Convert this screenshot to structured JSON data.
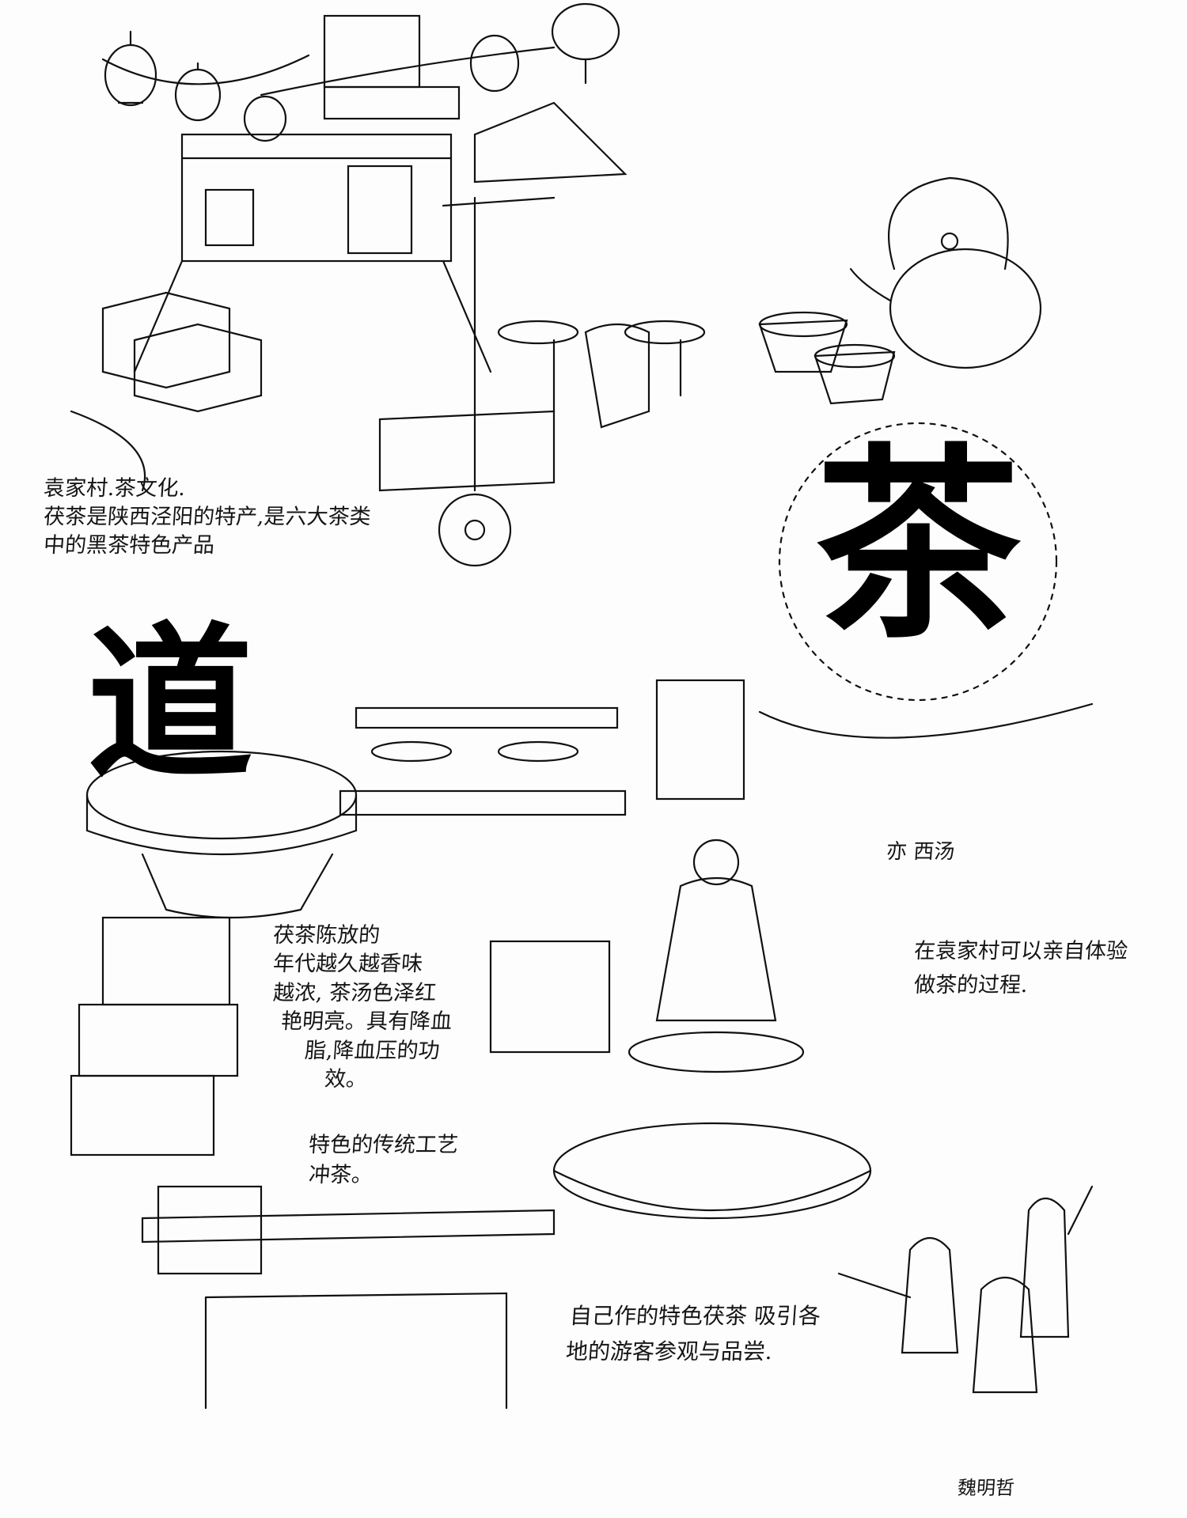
{
  "intro": {
    "title": "袁家村.茶文化.",
    "lines": [
      "茯茶是陕西泾阳的特产,是六大茶类",
      "中的黑茶特色产品"
    ]
  },
  "calligraphy": {
    "dao": "道",
    "cha": "茶"
  },
  "notes": {
    "aging": [
      "茯茶陈放的",
      "年代越久越香味",
      "越浓, 茶汤色泽红",
      "艳明亮。具有降血",
      "脂,降血压的功",
      "效。"
    ],
    "craft": [
      "特色的传统工艺",
      "冲茶。"
    ],
    "experience": [
      "在袁家村可以亲自体验",
      "做茶的过程."
    ],
    "visitors": [
      "自己作的特色茯茶 吸引各",
      "地的游客参观与品尝."
    ],
    "small_mark": "亦 西汤"
  },
  "signature": "魏明哲"
}
